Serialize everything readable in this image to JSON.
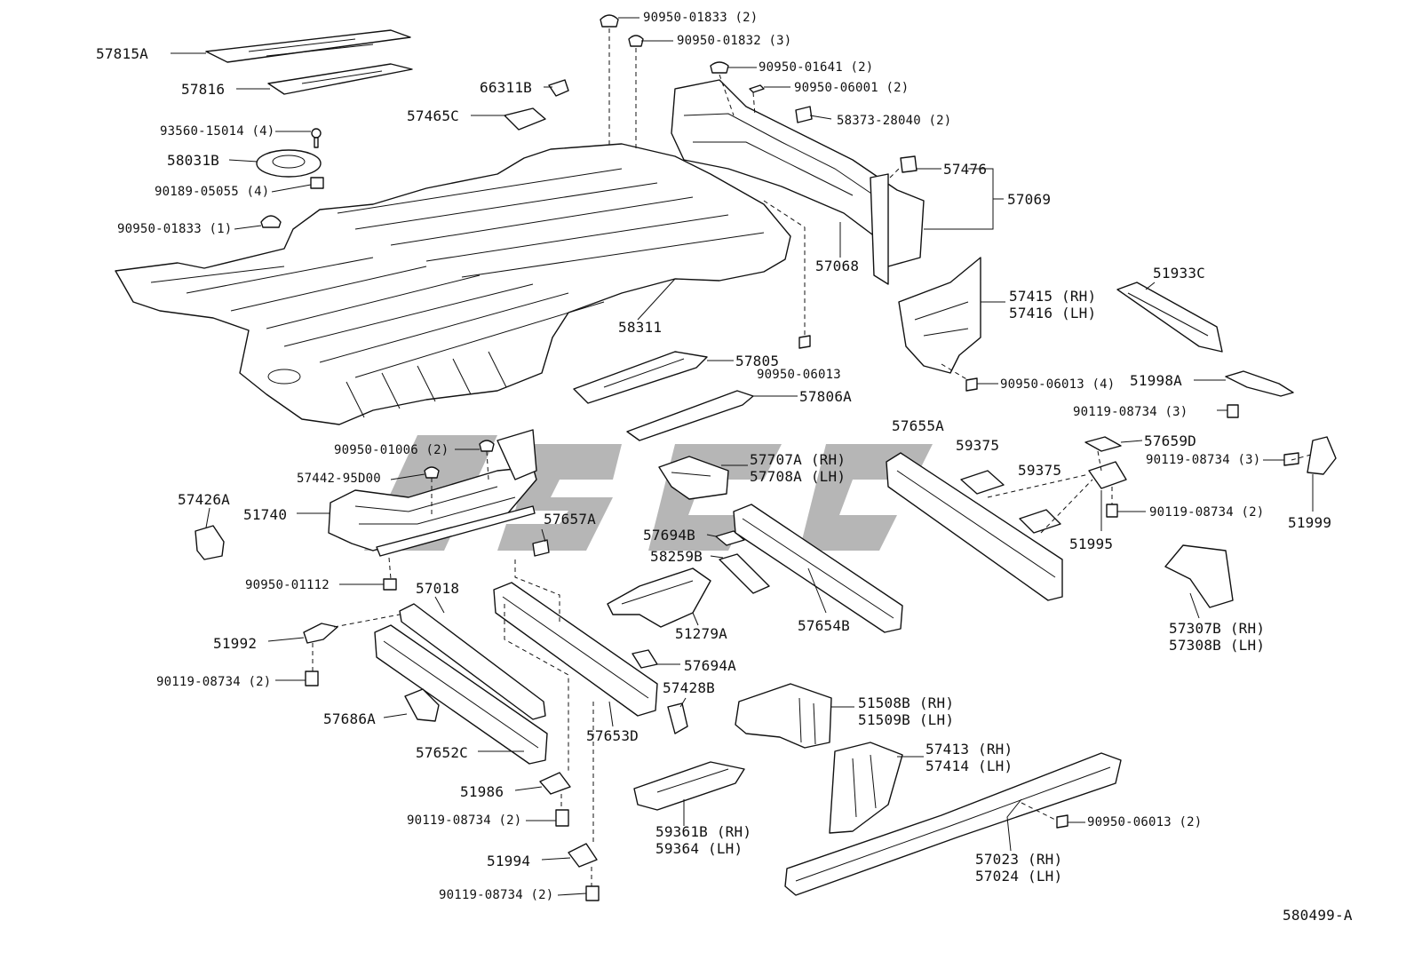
{
  "diagram_id": "580499-A",
  "labels": {
    "p57815A": "57815A",
    "p57816": "57816",
    "p93560_15014": "93560-15014 (4)",
    "p58031B": "58031B",
    "p90189_05055": "90189-05055 (4)",
    "p90950_01833_1": "90950-01833 (1)",
    "p90950_01833_2": "90950-01833 (2)",
    "p90950_01832": "90950-01832 (3)",
    "p66311B": "66311B",
    "p57465C": "57465C",
    "p90950_01641": "90950-01641 (2)",
    "p90950_06001": "90950-06001 (2)",
    "p58373_28040": "58373-28040 (2)",
    "p57476": "57476",
    "p57069": "57069",
    "p57068": "57068",
    "p58311": "58311",
    "p57415": "57415 (RH)",
    "p57416": "57416 (LH)",
    "p51933C": "51933C",
    "p57805": "57805",
    "p90950_06013": "90950-06013",
    "p57806A": "57806A",
    "p90950_06013_4": "90950-06013 (4)",
    "p51998A": "51998A",
    "p90119_08734_3a": "90119-08734 (3)",
    "p57659D": "57659D",
    "p90119_08734_3b": "90119-08734 (3)",
    "p90950_01006": "90950-01006 (2)",
    "p57442_95D00": "57442-95D00",
    "p57707A": "57707A (RH)",
    "p57708A": "57708A (LH)",
    "p57655A": "57655A",
    "p59375a": "59375",
    "p59375b": "59375",
    "p57426A": "57426A",
    "p51740": "51740",
    "p57657A": "57657A",
    "p57694B": "57694B",
    "p58259B": "58259B",
    "p51995": "51995",
    "p90119_08734_2a": "90119-08734 (2)",
    "p51999": "51999",
    "p90950_01112": "90950-01112",
    "p57018": "57018",
    "p51279A": "51279A",
    "p57654B": "57654B",
    "p57307B": "57307B (RH)",
    "p57308B": "57308B (LH)",
    "p51992": "51992",
    "p57694A": "57694A",
    "p90119_08734_2b": "90119-08734 (2)",
    "p57428B": "57428B",
    "p51508B": "51508B (RH)",
    "p51509B": "51509B (LH)",
    "p57686A": "57686A",
    "p57653D": "57653D",
    "p57652C": "57652C",
    "p57413": "57413 (RH)",
    "p57414": "57414 (LH)",
    "p51986": "51986",
    "p90119_08734_2c": "90119-08734 (2)",
    "p59361B": "59361B (RH)",
    "p59364": "59364  (LH)",
    "p90950_06013_2": "90950-06013 (2)",
    "p51994": "51994",
    "p57023": "57023 (RH)",
    "p57024": "57024 (LH)",
    "p90119_08734_2d": "90119-08734 (2)"
  }
}
